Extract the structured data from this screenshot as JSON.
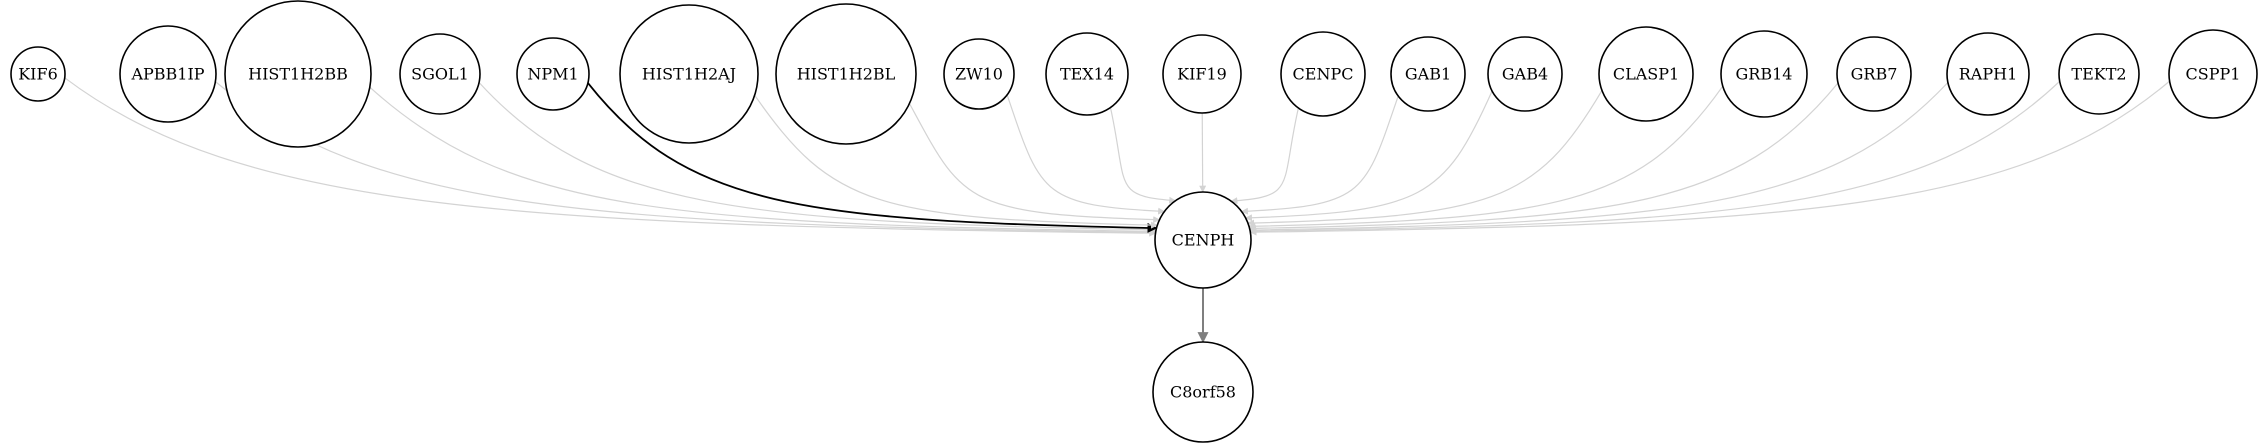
{
  "colors": {
    "background": "#ffffff",
    "node_stroke": "#000000",
    "edge_light": "#d3d3d3",
    "edge_strong": "#000000",
    "edge_medium": "#7f7f7f"
  },
  "graph": {
    "hub": "CENPH",
    "nodes": [
      {
        "id": "KIF6",
        "label": "KIF6"
      },
      {
        "id": "APBB1IP",
        "label": "APBB1IP"
      },
      {
        "id": "HIST1H2BB",
        "label": "HIST1H2BB"
      },
      {
        "id": "SGOL1",
        "label": "SGOL1"
      },
      {
        "id": "NPM1",
        "label": "NPM1"
      },
      {
        "id": "HIST1H2AJ",
        "label": "HIST1H2AJ"
      },
      {
        "id": "HIST1H2BL",
        "label": "HIST1H2BL"
      },
      {
        "id": "ZW10",
        "label": "ZW10"
      },
      {
        "id": "TEX14",
        "label": "TEX14"
      },
      {
        "id": "KIF19",
        "label": "KIF19"
      },
      {
        "id": "CENPC",
        "label": "CENPC"
      },
      {
        "id": "GAB1",
        "label": "GAB1"
      },
      {
        "id": "GAB4",
        "label": "GAB4"
      },
      {
        "id": "CLASP1",
        "label": "CLASP1"
      },
      {
        "id": "GRB14",
        "label": "GRB14"
      },
      {
        "id": "GRB7",
        "label": "GRB7"
      },
      {
        "id": "RAPH1",
        "label": "RAPH1"
      },
      {
        "id": "TEKT2",
        "label": "TEKT2"
      },
      {
        "id": "CSPP1",
        "label": "CSPP1"
      },
      {
        "id": "CENPH",
        "label": "CENPH"
      },
      {
        "id": "C8orf58",
        "label": "C8orf58"
      }
    ],
    "edges": [
      {
        "from": "KIF6",
        "to": "CENPH",
        "style": "light"
      },
      {
        "from": "APBB1IP",
        "to": "CENPH",
        "style": "light"
      },
      {
        "from": "HIST1H2BB",
        "to": "CENPH",
        "style": "light"
      },
      {
        "from": "SGOL1",
        "to": "CENPH",
        "style": "light"
      },
      {
        "from": "NPM1",
        "to": "CENPH",
        "style": "strong"
      },
      {
        "from": "HIST1H2AJ",
        "to": "CENPH",
        "style": "light"
      },
      {
        "from": "HIST1H2BL",
        "to": "CENPH",
        "style": "light"
      },
      {
        "from": "ZW10",
        "to": "CENPH",
        "style": "light"
      },
      {
        "from": "TEX14",
        "to": "CENPH",
        "style": "light"
      },
      {
        "from": "KIF19",
        "to": "CENPH",
        "style": "light"
      },
      {
        "from": "CENPC",
        "to": "CENPH",
        "style": "light"
      },
      {
        "from": "GAB1",
        "to": "CENPH",
        "style": "light"
      },
      {
        "from": "GAB4",
        "to": "CENPH",
        "style": "light"
      },
      {
        "from": "CLASP1",
        "to": "CENPH",
        "style": "light"
      },
      {
        "from": "GRB14",
        "to": "CENPH",
        "style": "light"
      },
      {
        "from": "GRB7",
        "to": "CENPH",
        "style": "light"
      },
      {
        "from": "RAPH1",
        "to": "CENPH",
        "style": "light"
      },
      {
        "from": "TEKT2",
        "to": "CENPH",
        "style": "light"
      },
      {
        "from": "CSPP1",
        "to": "CENPH",
        "style": "light"
      },
      {
        "from": "CENPH",
        "to": "C8orf58",
        "style": "medium"
      }
    ]
  }
}
